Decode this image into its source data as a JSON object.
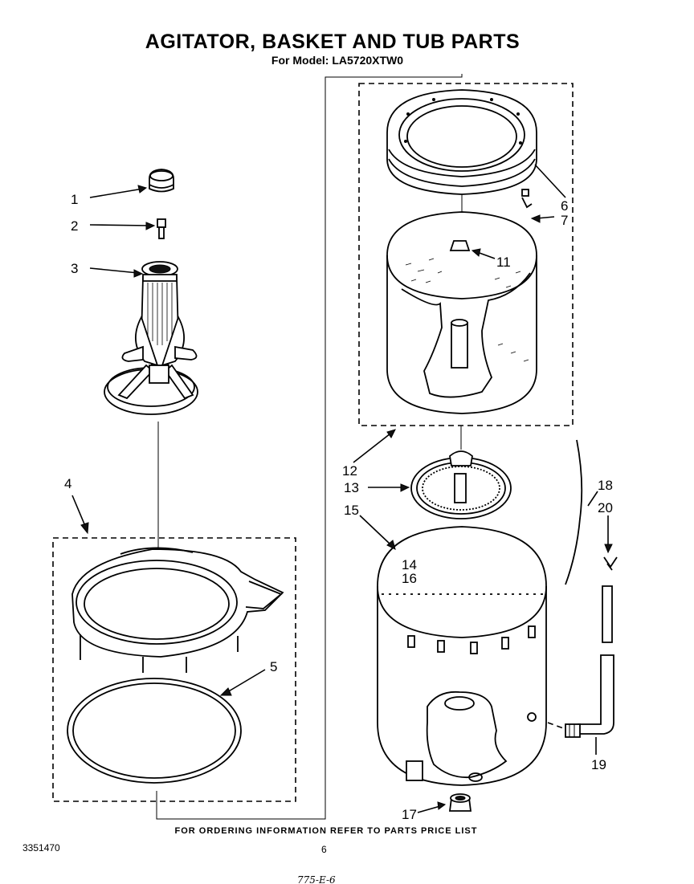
{
  "header": {
    "title": "AGITATOR, BASKET AND TUB PARTS",
    "model": "For Model: LA5720XTW0"
  },
  "callouts": [
    "1",
    "2",
    "3",
    "4",
    "5",
    "6",
    "7",
    "11",
    "12",
    "13",
    "15",
    "14",
    "16",
    "17",
    "18",
    "20",
    "19"
  ],
  "footer": {
    "ordering_note": "FOR ORDERING INFORMATION REFER TO PARTS PRICE LIST",
    "doc_number": "3351470",
    "page_number": "6",
    "handwritten": "775-E-6"
  }
}
